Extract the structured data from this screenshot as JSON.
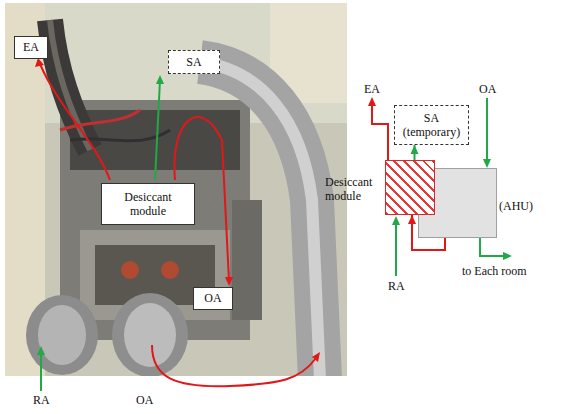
{
  "diagram": {
    "nodes": [
      {
        "text": [
          "EA"
        ]
      },
      {
        "text": [
          "SA"
        ]
      },
      {
        "text": [
          "Desiccant module"
        ]
      },
      {
        "text": [
          "OA"
        ]
      },
      {
        "text": [
          "SA (temporary)"
        ]
      },
      {
        "text": [
          "Desiccant module"
        ]
      },
      {
        "text": [
          "(AHU)"
        ]
      }
    ],
    "edges": [
      {
        "from": 5,
        "to": 4,
        "arrow": "to"
      },
      {
        "from": 6,
        "to": 5,
        "arrow": "to"
      }
    ],
    "labels": [
      "RA",
      "OA",
      "EA",
      "OA",
      "RA",
      "to Each room"
    ]
  }
}
